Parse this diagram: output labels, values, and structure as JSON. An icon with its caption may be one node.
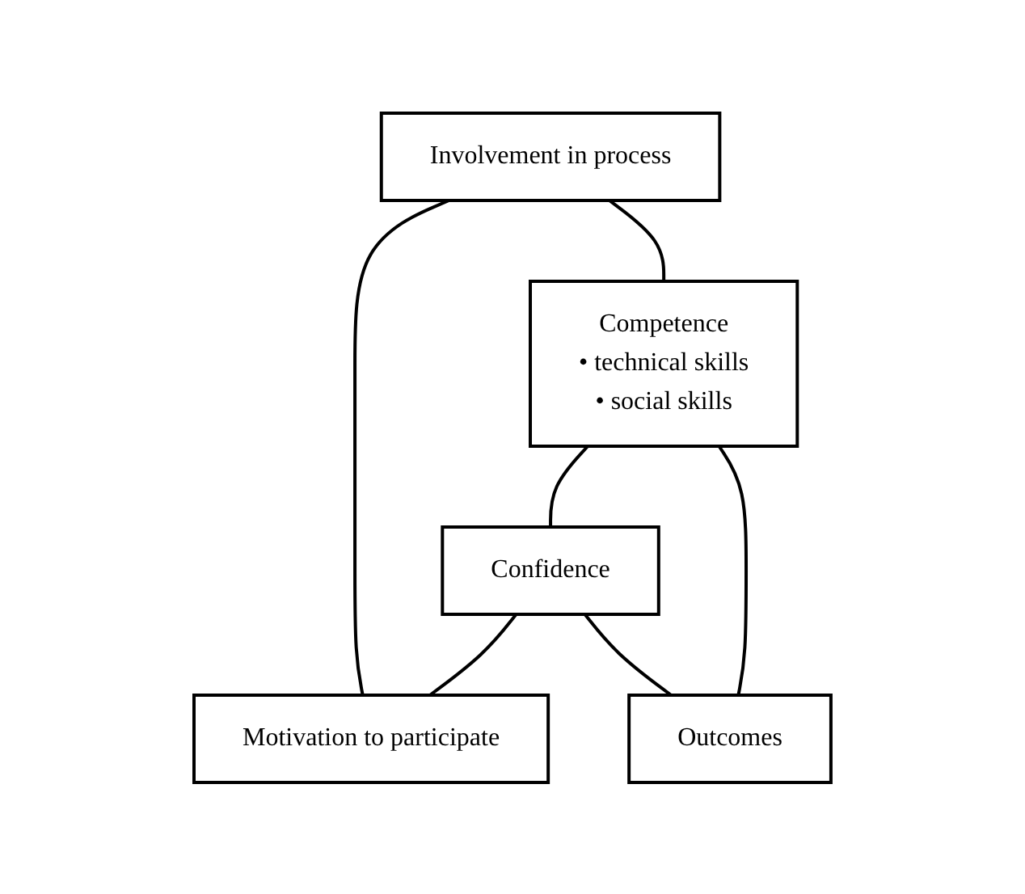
{
  "diagram": {
    "nodes": [
      {
        "text": [
          "Involvement in process"
        ]
      },
      {
        "text": [
          "Motivation to participate"
        ]
      },
      {
        "text": [
          "Competence",
          "• technical skills",
          "• social skills"
        ]
      },
      {
        "text": [
          "Confidence"
        ]
      },
      {
        "text": [
          "Outcomes"
        ]
      }
    ],
    "edges": [
      {
        "from": 0,
        "to": 2,
        "arrow": "none"
      },
      {
        "from": 2,
        "to": 3,
        "arrow": "none"
      },
      {
        "from": 3,
        "to": 1,
        "arrow": "none"
      },
      {
        "from": 1,
        "to": 0,
        "arrow": "none"
      },
      {
        "from": 2,
        "to": 4,
        "arrow": "none"
      },
      {
        "from": 3,
        "to": 4,
        "arrow": "none"
      }
    ]
  }
}
